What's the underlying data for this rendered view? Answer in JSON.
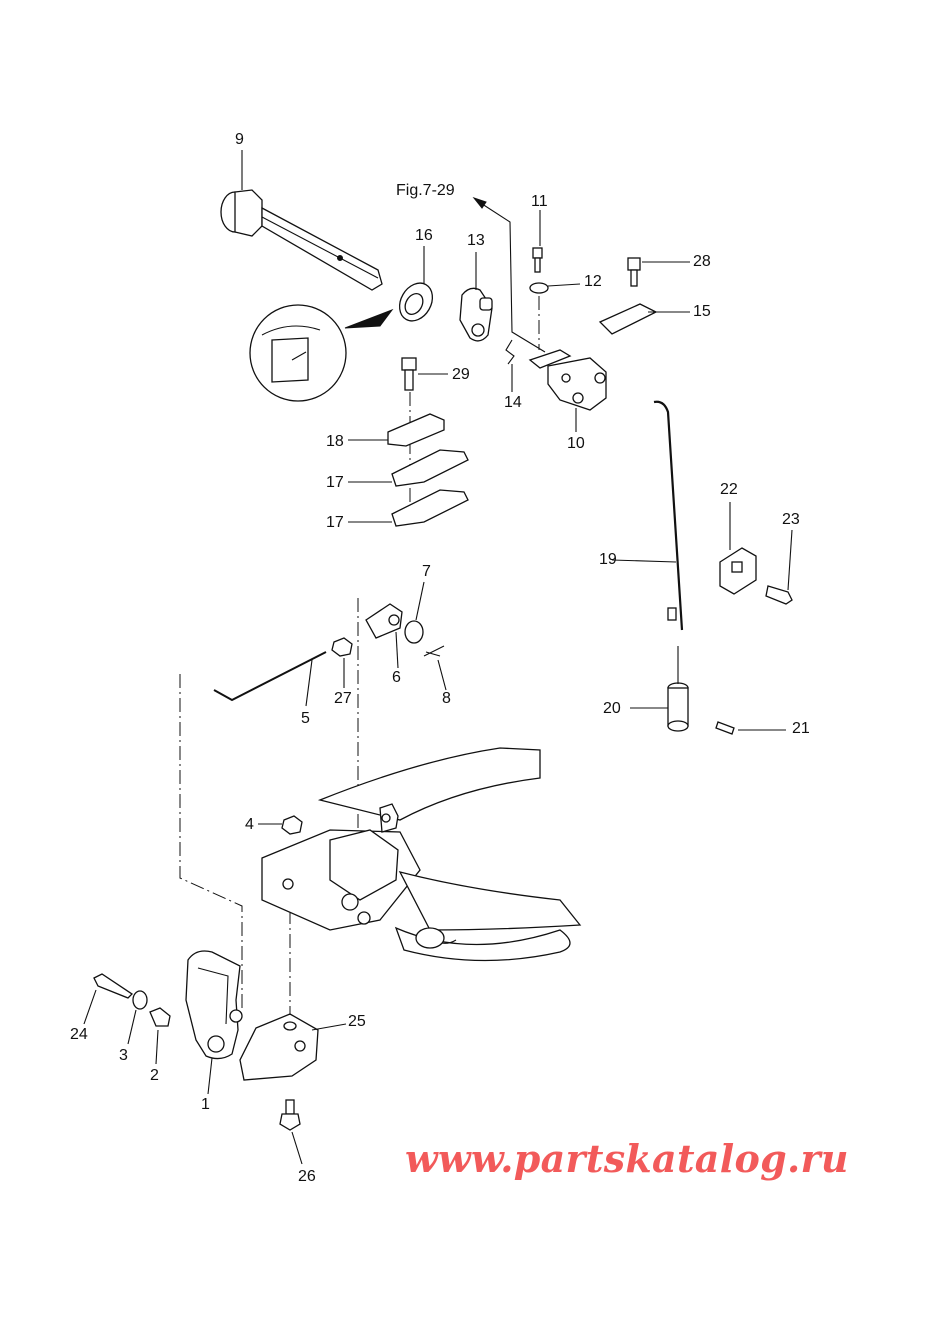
{
  "figure_ref": "Fig.7-29",
  "watermark": "www.partskatalog.ru",
  "callouts": [
    {
      "id": "c9",
      "label": "9"
    },
    {
      "id": "c16",
      "label": "16"
    },
    {
      "id": "c13",
      "label": "13"
    },
    {
      "id": "c11",
      "label": "11"
    },
    {
      "id": "c12",
      "label": "12"
    },
    {
      "id": "c28",
      "label": "28"
    },
    {
      "id": "c15",
      "label": "15"
    },
    {
      "id": "c29",
      "label": "29"
    },
    {
      "id": "c14",
      "label": "14"
    },
    {
      "id": "c10",
      "label": "10"
    },
    {
      "id": "c18",
      "label": "18"
    },
    {
      "id": "c17a",
      "label": "17"
    },
    {
      "id": "c17b",
      "label": "17"
    },
    {
      "id": "c22",
      "label": "22"
    },
    {
      "id": "c23",
      "label": "23"
    },
    {
      "id": "c19",
      "label": "19"
    },
    {
      "id": "c7",
      "label": "7"
    },
    {
      "id": "c27",
      "label": "27"
    },
    {
      "id": "c6",
      "label": "6"
    },
    {
      "id": "c8",
      "label": "8"
    },
    {
      "id": "c5",
      "label": "5"
    },
    {
      "id": "c20",
      "label": "20"
    },
    {
      "id": "c21",
      "label": "21"
    },
    {
      "id": "c4",
      "label": "4"
    },
    {
      "id": "c25",
      "label": "25"
    },
    {
      "id": "c24",
      "label": "24"
    },
    {
      "id": "c3",
      "label": "3"
    },
    {
      "id": "c2",
      "label": "2"
    },
    {
      "id": "c1",
      "label": "1"
    },
    {
      "id": "c26",
      "label": "26"
    }
  ]
}
